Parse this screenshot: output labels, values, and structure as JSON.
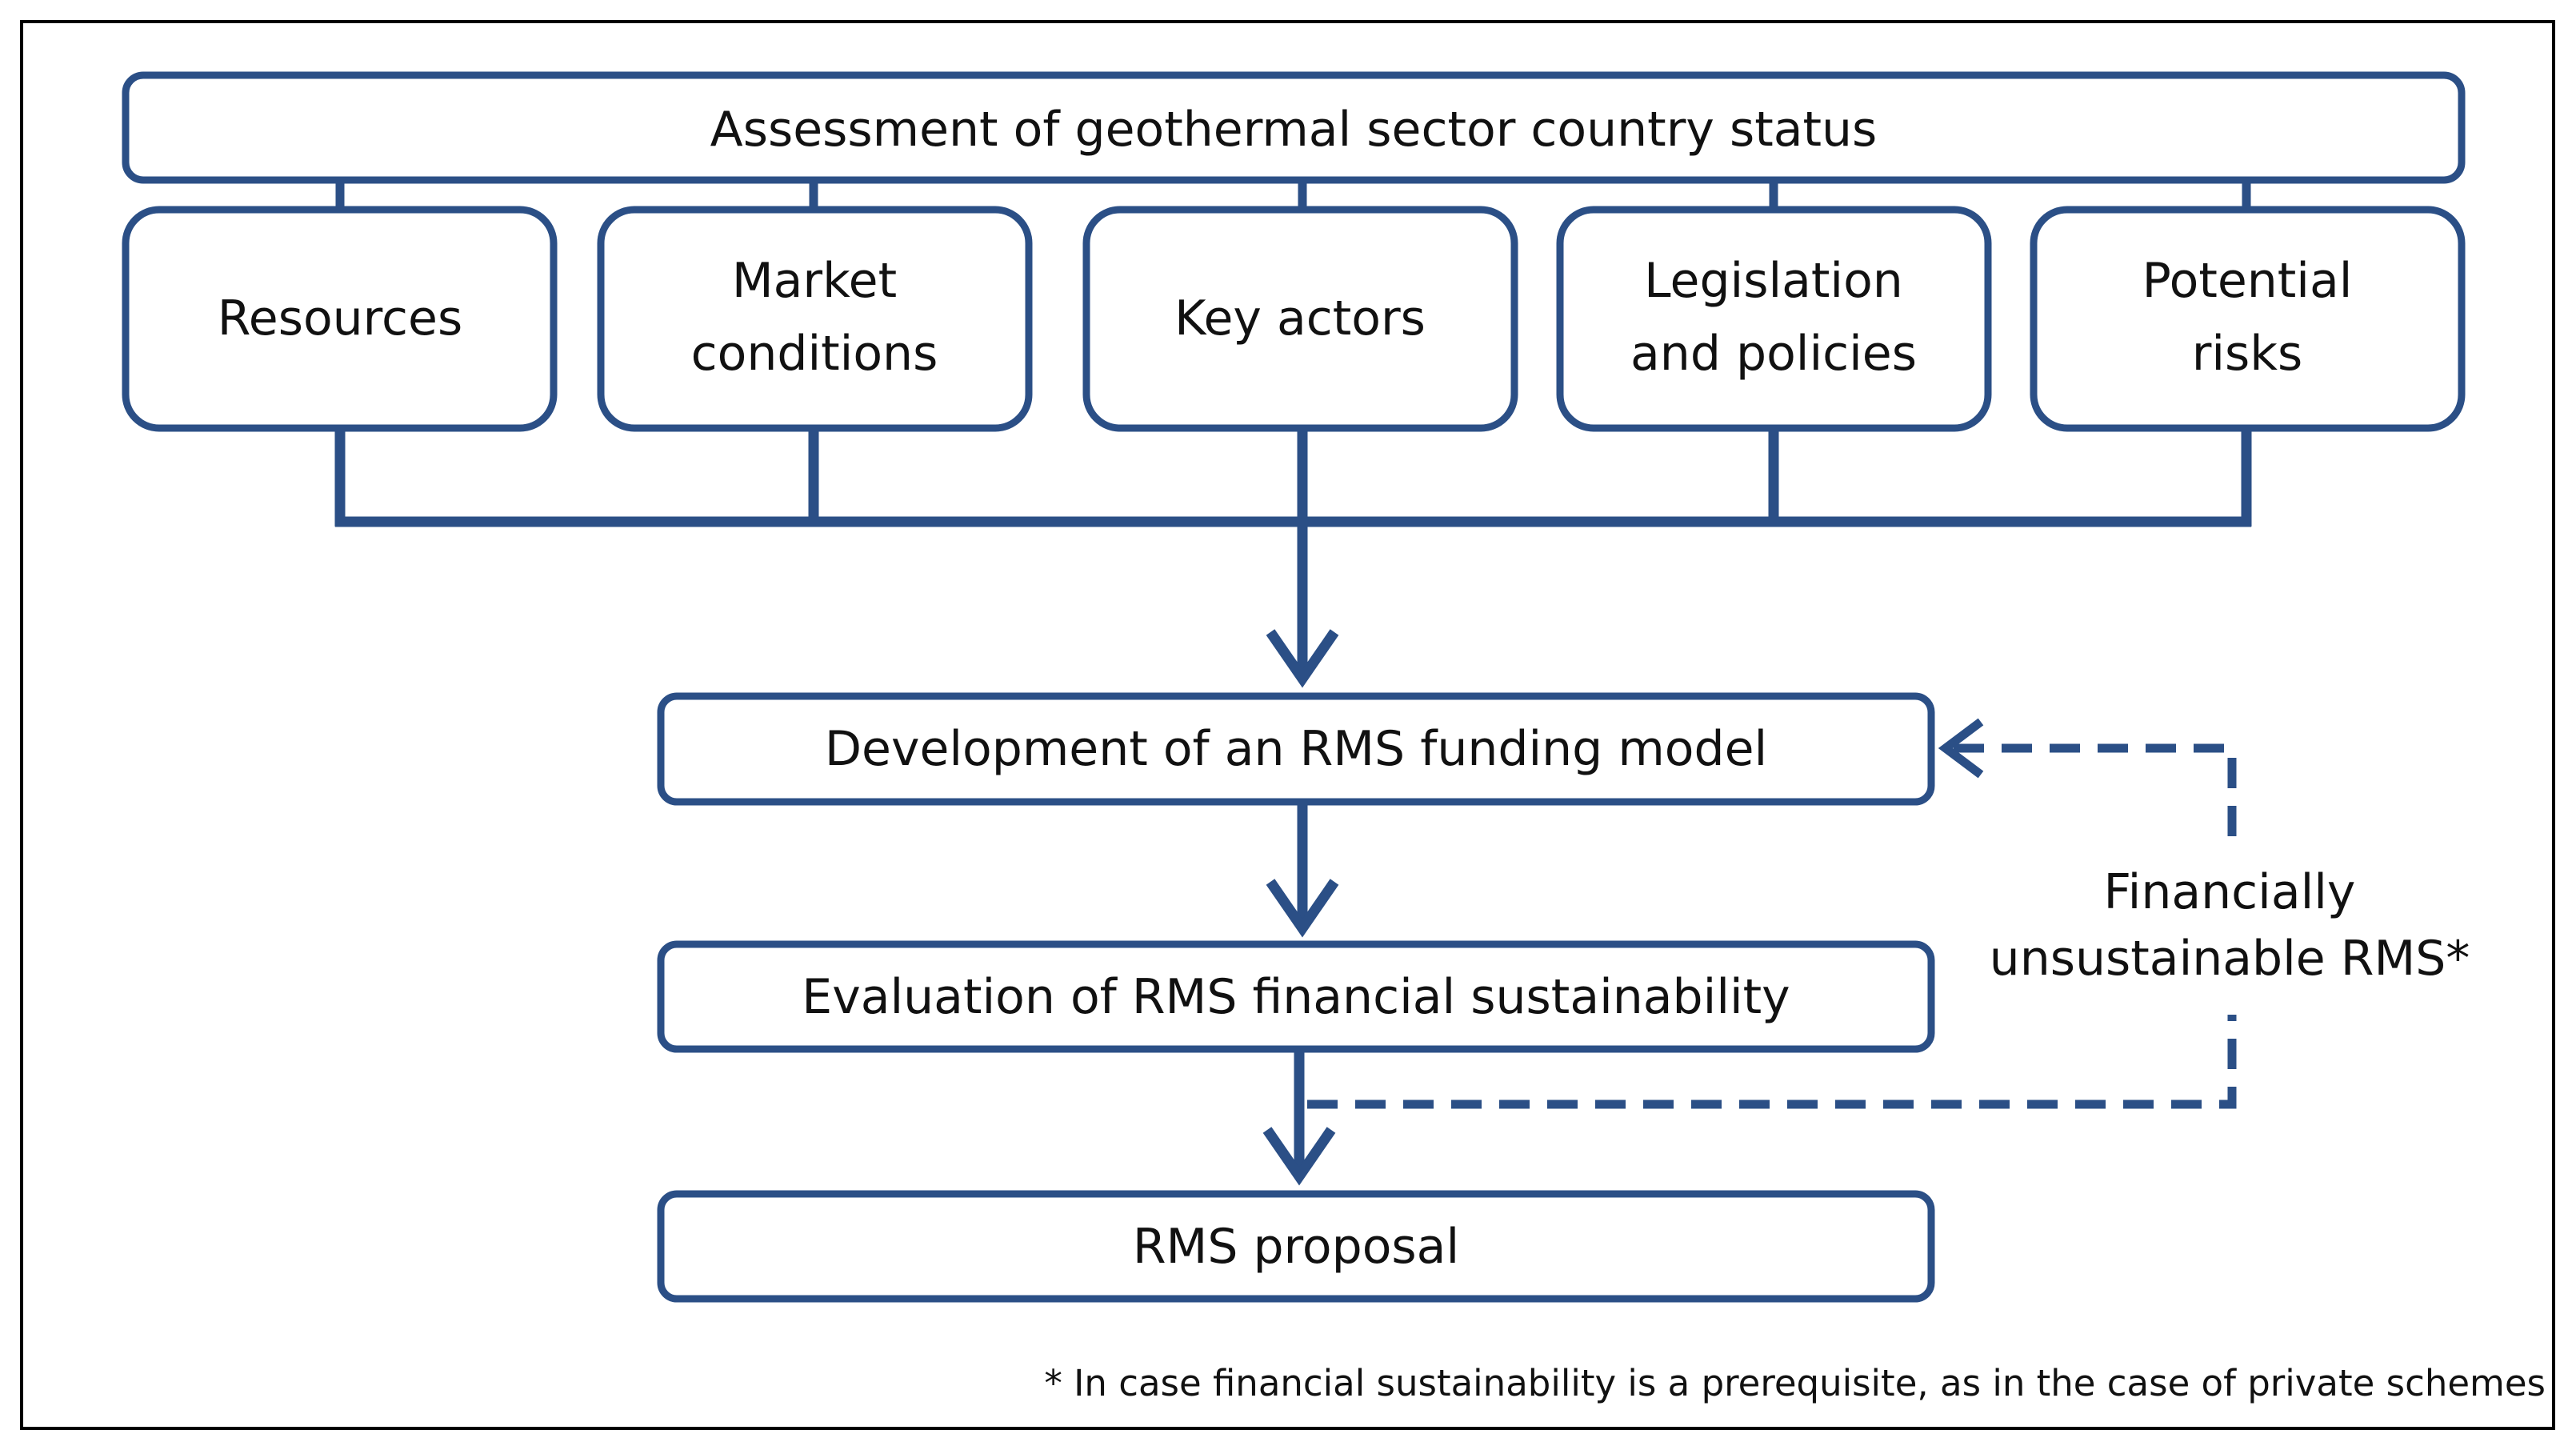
{
  "diagram": {
    "top_box": "Assessment of geothermal sector country status",
    "factors": [
      {
        "line1": "Resources",
        "line2": ""
      },
      {
        "line1": "Market",
        "line2": "conditions"
      },
      {
        "line1": "Key actors",
        "line2": ""
      },
      {
        "line1": "Legislation",
        "line2": "and policies"
      },
      {
        "line1": "Potential",
        "line2": "risks"
      }
    ],
    "development_box": "Development of an RMS funding model",
    "evaluation_box": "Evaluation of RMS financial sustainability",
    "proposal_box": "RMS proposal",
    "feedback_label": {
      "line1": "Financially",
      "line2": "unsustainable RMS*"
    },
    "footnote": "* In case financial sustainability is a prerequisite, as in the case of private schemes",
    "colors": {
      "stroke": "#2b4f86",
      "frame": "#000000",
      "text": "#111111"
    }
  }
}
